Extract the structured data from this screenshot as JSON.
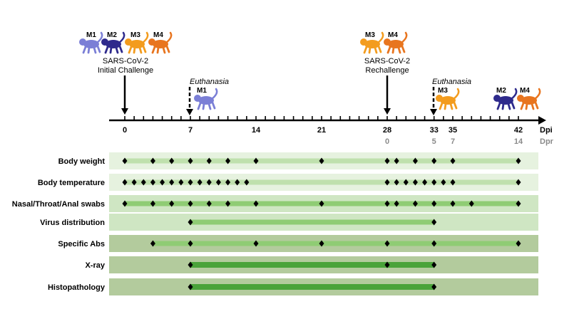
{
  "monkeys": {
    "m1": {
      "label": "M1",
      "color": "#7b7fd6"
    },
    "m2": {
      "label": "M2",
      "color": "#2e2a8c"
    },
    "m3": {
      "label": "M3",
      "color": "#f39c1e"
    },
    "m4": {
      "label": "M4",
      "color": "#e8751f"
    }
  },
  "events": {
    "initial_challenge": {
      "line1": "SARS-CoV-2",
      "line2": "Initial Challenge",
      "monkeys": [
        "M1",
        "M2",
        "M3",
        "M4"
      ]
    },
    "euthanasia_m1": {
      "label": "Euthanasia",
      "monkeys": [
        "M1"
      ]
    },
    "rechallenge": {
      "line1": "SARS-CoV-2",
      "line2": "Rechallenge",
      "monkeys": [
        "M3",
        "M4"
      ]
    },
    "euthanasia_m3": {
      "label": "Euthanasia",
      "monkeys": [
        "M3"
      ]
    },
    "end": {
      "monkeys": [
        "M2",
        "M4"
      ]
    }
  },
  "axis": {
    "dpi_label": "Dpi",
    "dpr_label": "Dpr",
    "dpi_ticks": [
      "0",
      "7",
      "14",
      "21",
      "28",
      "33",
      "35",
      "42"
    ],
    "dpr_ticks": [
      "0",
      "5",
      "7",
      "14"
    ],
    "dpi_tick_values": [
      0,
      7,
      14,
      21,
      28,
      33,
      35,
      42
    ],
    "dpr_tick_dpi": [
      28,
      33,
      35,
      42
    ],
    "minor_ticks": [
      0,
      1,
      2,
      3,
      4,
      5,
      6,
      7,
      8,
      9,
      10,
      11,
      12,
      13,
      14,
      15,
      16,
      17,
      18,
      19,
      20,
      21,
      22,
      23,
      24,
      25,
      26,
      27,
      28,
      29,
      30,
      31,
      32,
      33,
      34,
      35,
      36,
      37,
      38,
      39,
      40,
      41,
      42
    ],
    "min_dpi": 0,
    "max_dpi": 42
  },
  "rows": [
    {
      "label": "Body weight",
      "bg": "#e6f2df",
      "bar": "#bfe0ad",
      "bar_range": [
        0,
        42
      ],
      "points": [
        0,
        3,
        5,
        7,
        9,
        11,
        14,
        21,
        28,
        29,
        31,
        33,
        35,
        42
      ]
    },
    {
      "label": "Body temperature",
      "bg": "#e6f2df",
      "bar": "#bfe0ad",
      "bar_range": [
        0,
        42
      ],
      "points": [
        0,
        1,
        2,
        3,
        4,
        5,
        6,
        7,
        8,
        9,
        10,
        11,
        12,
        13,
        28,
        29,
        30,
        31,
        32,
        33,
        34,
        35,
        42
      ]
    },
    {
      "label": "Nasal/Throat/Anal swabs",
      "bg": "#cfe6c3",
      "bar": "#8fcc74",
      "bar_range": [
        0,
        42
      ],
      "points": [
        0,
        3,
        5,
        7,
        9,
        11,
        14,
        21,
        28,
        29,
        31,
        33,
        35,
        37,
        42
      ]
    },
    {
      "label": "Virus distribution",
      "bg": "#cfe6c3",
      "bar": "#8fcc74",
      "bar_range": [
        7,
        33
      ],
      "points": [
        7,
        33
      ]
    },
    {
      "label": "Specific Abs",
      "bg": "#b3cb9d",
      "bar": "#8fcc74",
      "bar_range": [
        3,
        42
      ],
      "points": [
        3,
        7,
        14,
        21,
        28,
        33,
        42
      ]
    },
    {
      "label": "X-ray",
      "bg": "#b3cb9d",
      "bar": "#4aa33a",
      "bar_range": [
        7,
        33
      ],
      "points": [
        7,
        28,
        33
      ]
    },
    {
      "label": "Histopathology",
      "bg": "#b3cb9d",
      "bar": "#4aa33a",
      "bar_range": [
        7,
        33
      ],
      "points": [
        7,
        33
      ]
    }
  ]
}
